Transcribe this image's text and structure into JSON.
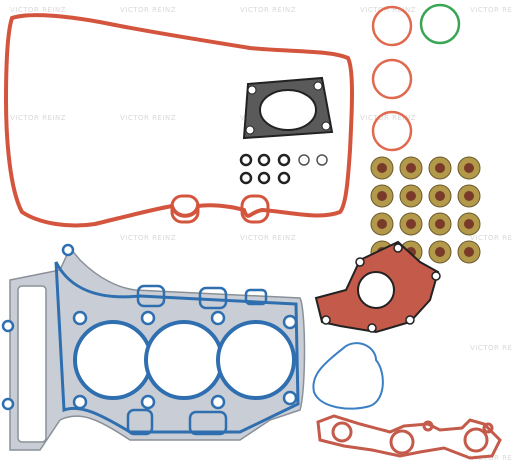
{
  "watermark": {
    "text": "VICTOR REINZ"
  },
  "colors": {
    "background": "#ffffff",
    "rocker_cover_gasket": "#d4553e",
    "o_ring_orange": "#e06a50",
    "o_ring_green": "#3aa655",
    "valve_seal_body": "#b39a4a",
    "valve_seal_rubber": "#7a3a2a",
    "head_gasket_metal": "#c9ced6",
    "head_gasket_bead": "#2f6fb0",
    "water_pump_gasket": "#c45a4a",
    "blue_seal": "#3b7fc4",
    "black_seal": "#222222"
  },
  "components": [
    {
      "id": "rocker-cover-gasket",
      "label": ""
    },
    {
      "id": "turbo-gasket",
      "label": ""
    },
    {
      "id": "head-gasket",
      "label": ""
    }
  ]
}
